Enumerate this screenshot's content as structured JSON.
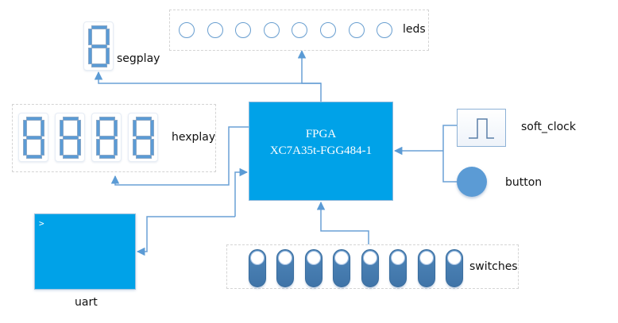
{
  "diagram": {
    "fpga": {
      "title": "FPGA",
      "part": "XC7A35t-FGG484-1",
      "color": "#00a2e8"
    },
    "peripherals": {
      "leds": {
        "label": "leds",
        "count": 8
      },
      "segplay": {
        "label": "segplay",
        "digits": 1
      },
      "hexplay": {
        "label": "hexplay",
        "digits": 4
      },
      "uart": {
        "label": "uart",
        "prompt": ">"
      },
      "soft_clock": {
        "label": "soft_clock"
      },
      "button": {
        "label": "button"
      },
      "switches": {
        "label": "switches",
        "count": 8
      }
    },
    "connections": [
      {
        "from": "fpga",
        "to": "leds"
      },
      {
        "from": "fpga",
        "to": "segplay"
      },
      {
        "from": "fpga",
        "to": "hexplay"
      },
      {
        "from": "fpga",
        "to": "uart"
      },
      {
        "from": "uart",
        "to": "fpga"
      },
      {
        "from": "soft_clock",
        "to": "fpga"
      },
      {
        "from": "button",
        "to": "fpga"
      },
      {
        "from": "switches",
        "to": "fpga"
      }
    ],
    "colors": {
      "wire": "#5b9bd5",
      "segment": "#5b9bd5",
      "switch": "#4a80b5"
    }
  }
}
